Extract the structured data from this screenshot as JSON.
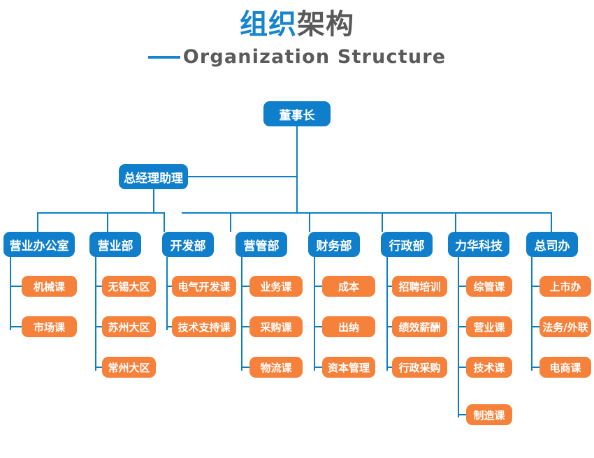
{
  "title": {
    "cn_blue": "组织",
    "cn_gray": "架构",
    "subtitle": "Organization Structure"
  },
  "colors": {
    "blue": "#107fcb",
    "orange": "#f5813b",
    "line": "#0c7fc4",
    "title_blue": "#1685cd",
    "title_gray": "#595959"
  },
  "org": {
    "root": {
      "label": "董事长"
    },
    "assistant": {
      "label": "总经理助理"
    },
    "departments": [
      {
        "label": "营业办公室",
        "children": [
          {
            "label": "机械课"
          },
          {
            "label": "市场课"
          }
        ]
      },
      {
        "label": "营业部",
        "children": [
          {
            "label": "无锡大区"
          },
          {
            "label": "苏州大区"
          },
          {
            "label": "常州大区"
          }
        ]
      },
      {
        "label": "开发部",
        "children": [
          {
            "label": "电气开发课"
          },
          {
            "label": "技术支持课"
          }
        ]
      },
      {
        "label": "营管部",
        "children": [
          {
            "label": "业务课"
          },
          {
            "label": "采购课"
          },
          {
            "label": "物流课"
          }
        ]
      },
      {
        "label": "财务部",
        "children": [
          {
            "label": "成本"
          },
          {
            "label": "出纳"
          },
          {
            "label": "资本管理"
          }
        ]
      },
      {
        "label": "行政部",
        "children": [
          {
            "label": "招聘培训"
          },
          {
            "label": "绩效薪酬"
          },
          {
            "label": "行政采购"
          }
        ]
      },
      {
        "label": "力华科技",
        "children": [
          {
            "label": "综管课"
          },
          {
            "label": "营业课"
          },
          {
            "label": "技术课"
          },
          {
            "label": "制造课"
          }
        ]
      },
      {
        "label": "总司办",
        "children": [
          {
            "label": "上市办"
          },
          {
            "label": "法务/外联"
          },
          {
            "label": "电商课"
          }
        ]
      }
    ]
  }
}
